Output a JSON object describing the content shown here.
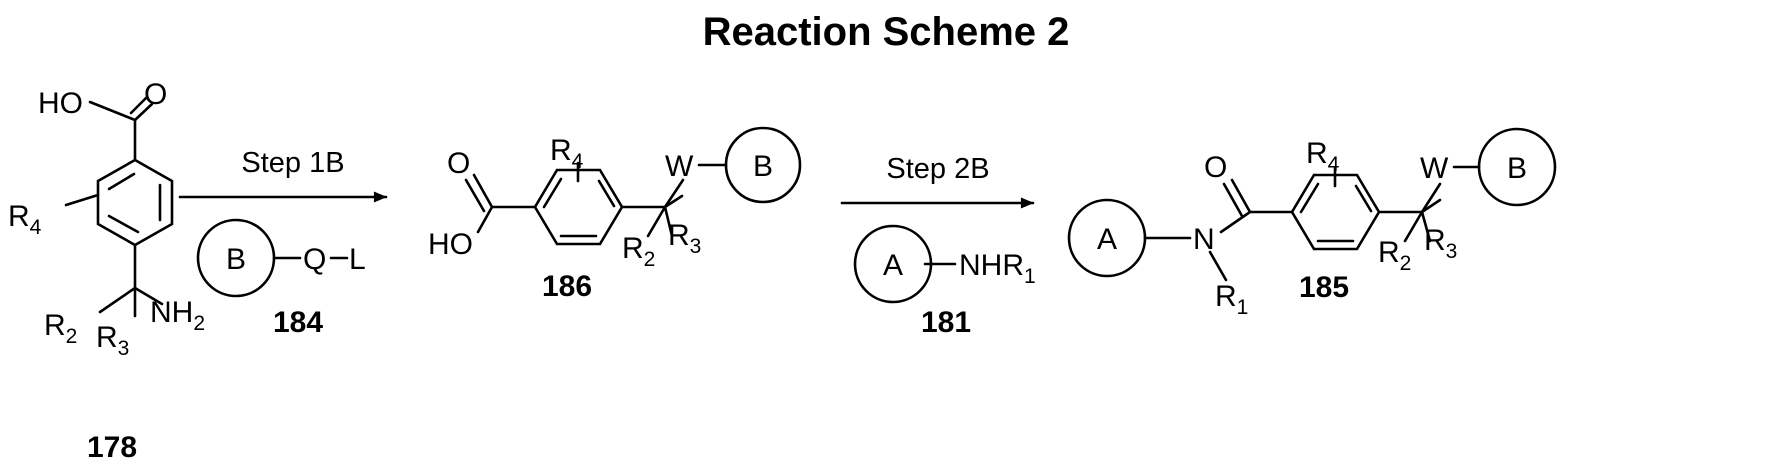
{
  "title": "Reaction Scheme 2",
  "atoms": {
    "ho": "HO",
    "o": "O",
    "n": "N",
    "w": "W",
    "q": "Q",
    "l": "L",
    "r": "R",
    "nh": "NH",
    "nhr": "NHR",
    "sub_1": "1",
    "sub_2": "2",
    "sub_3": "3",
    "sub_4": "4",
    "ring_a": "A",
    "ring_b": "B"
  },
  "compounds": {
    "c178": "178",
    "c184": "184",
    "c186": "186",
    "c181": "181",
    "c185": "185"
  },
  "steps": {
    "step1": "Step 1B",
    "step2": "Step 2B"
  }
}
